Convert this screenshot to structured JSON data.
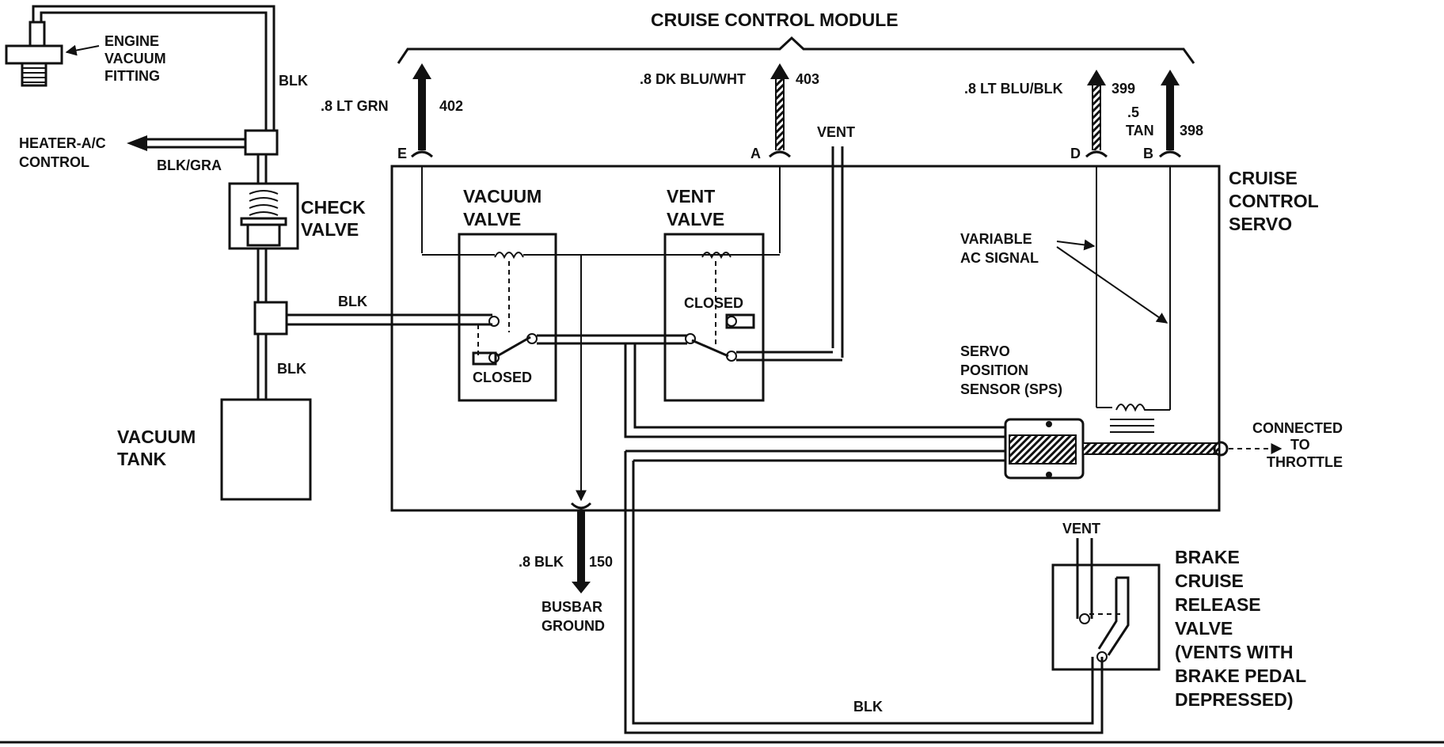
{
  "labels": {
    "cruise_control_module": "CRUISE CONTROL MODULE",
    "engine_vacuum_fitting": [
      "ENGINE",
      "VACUUM",
      "FITTING"
    ],
    "heater_ac_control": [
      "HEATER-A/C",
      "CONTROL"
    ],
    "blk_gra": "BLK/GRA",
    "check_valve": [
      "CHECK",
      "VALVE"
    ],
    "vacuum_tank": [
      "VACUUM",
      "TANK"
    ],
    "vacuum_valve": [
      "VACUUM",
      "VALVE"
    ],
    "vent_valve": [
      "VENT",
      "VALVE"
    ],
    "closed": "CLOSED",
    "vent": "VENT",
    "cruise_control_servo": [
      "CRUISE",
      "CONTROL",
      "SERVO"
    ],
    "variable_ac_signal": [
      "VARIABLE",
      "AC SIGNAL"
    ],
    "servo_position_sensor": [
      "SERVO",
      "POSITION",
      "SENSOR (SPS)"
    ],
    "connected_to_throttle": [
      "CONNECTED",
      "TO",
      "THROTTLE"
    ],
    "brake_cruise_release_valve": [
      "BRAKE",
      "CRUISE",
      "RELEASE",
      "VALVE",
      "(VENTS WITH",
      "BRAKE PEDAL",
      "DEPRESSED)"
    ],
    "busbar_ground": [
      "BUSBAR",
      "GROUND"
    ],
    "blk": "BLK"
  },
  "wires": {
    "e": {
      "letter": "E",
      "size_color": ".8 LT GRN",
      "circuit": "402"
    },
    "a": {
      "letter": "A",
      "size_color": ".8 DK BLU/WHT",
      "circuit": "403"
    },
    "d": {
      "letter": "D",
      "size_color": ".8 LT BLU/BLK",
      "circuit": "399"
    },
    "b": {
      "letter": "B",
      "size": ".5",
      "color": "TAN",
      "circuit": "398"
    },
    "ground": {
      "size_color": ".8 BLK",
      "circuit": "150"
    }
  }
}
